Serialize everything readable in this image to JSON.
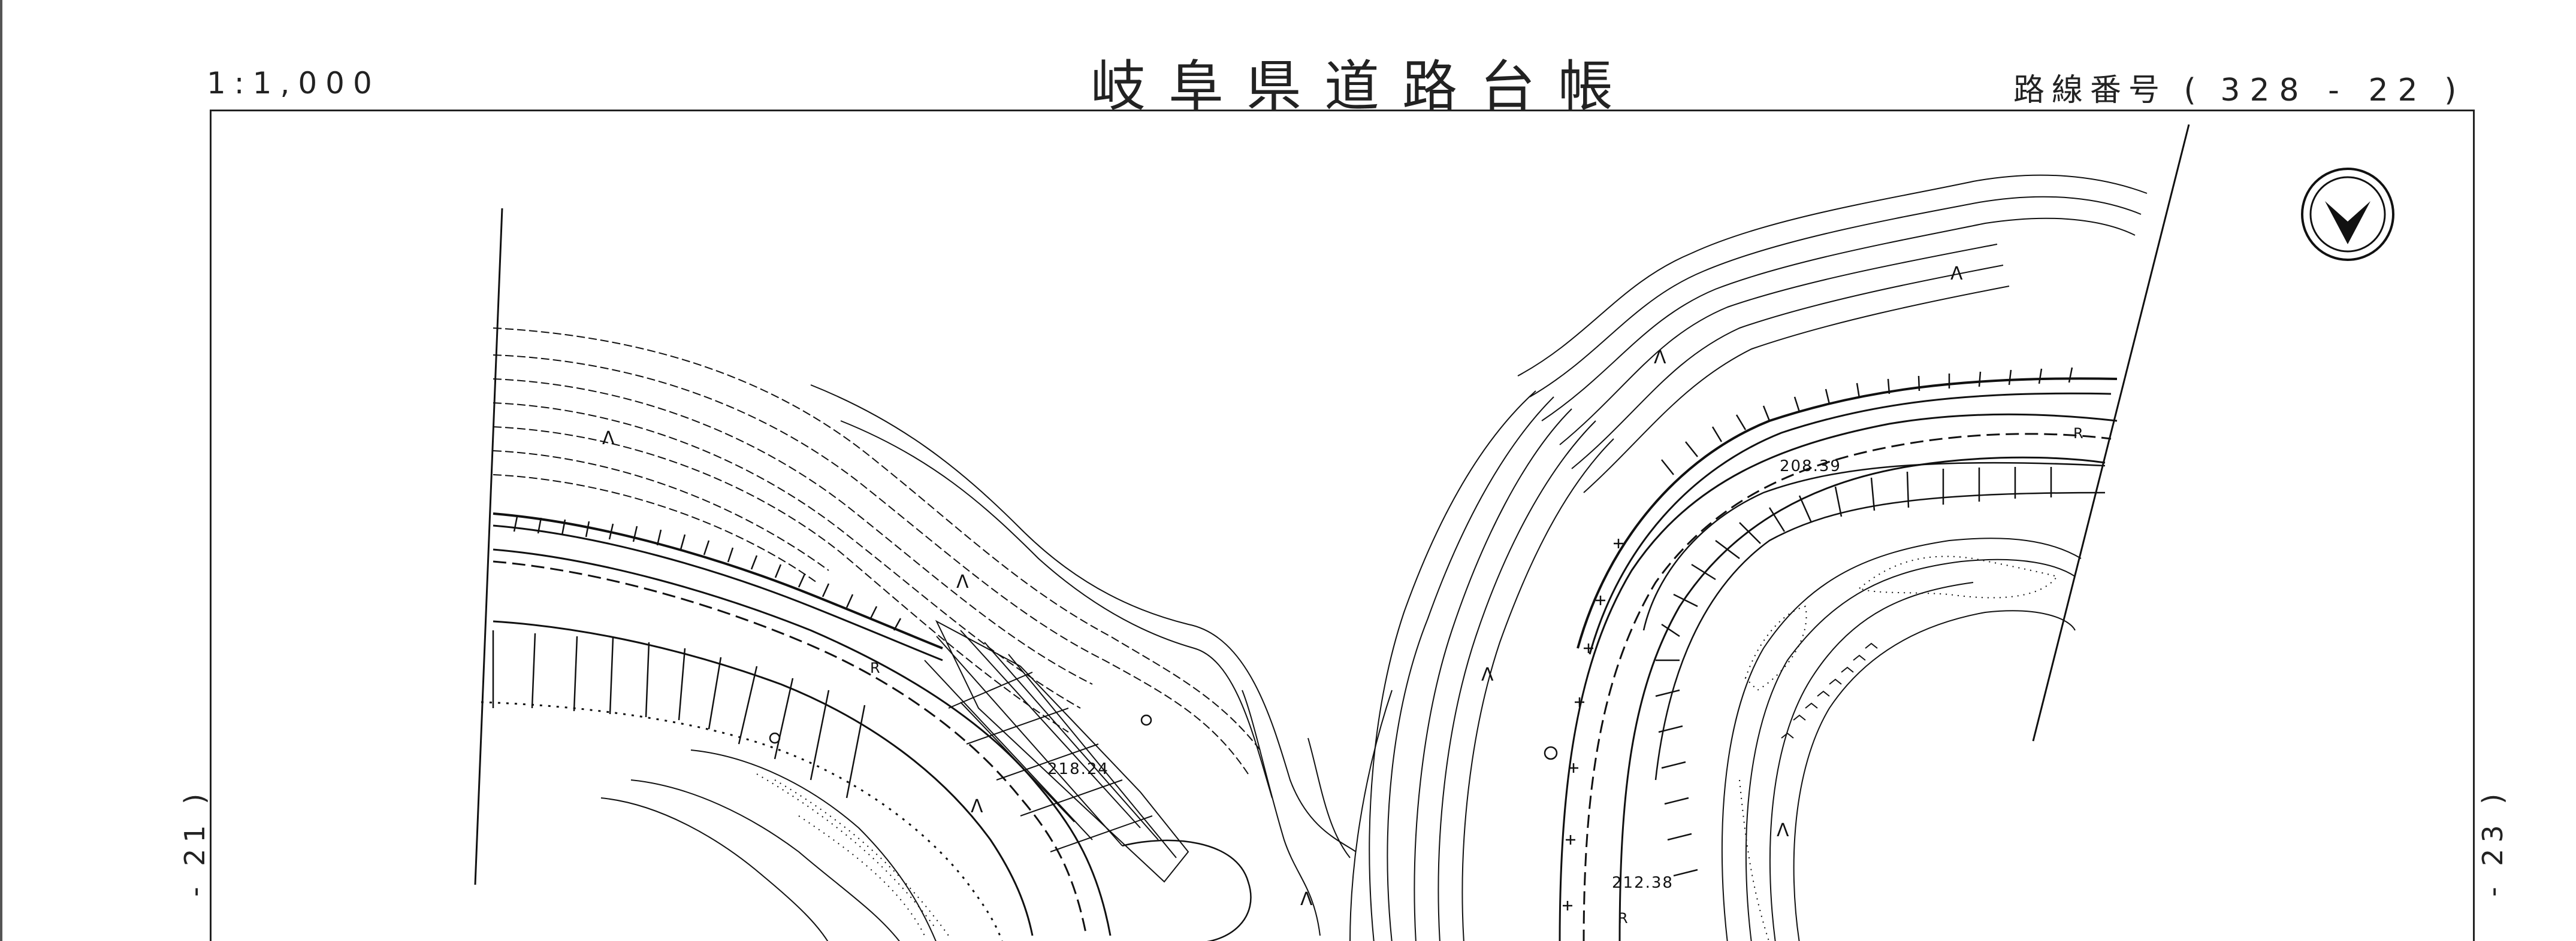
{
  "header": {
    "scale": "1:1,000",
    "title": "岐阜県道路台帳",
    "route_label": "路線番号",
    "route_open": "(",
    "route_number": "328 - 22",
    "route_close": ")"
  },
  "adjacent_sheets": {
    "left": "- 21 )",
    "right": "- 23 )"
  },
  "map": {
    "spot_heights": [
      "218.24",
      "208.39",
      "212.38"
    ],
    "symbols": [
      "Λ",
      "Λ",
      "Λ",
      "Λ",
      "Λ",
      "Λ",
      "Λ",
      "Λ",
      "R",
      "R",
      "R"
    ],
    "north_arrow": "north-arrow-icon"
  }
}
